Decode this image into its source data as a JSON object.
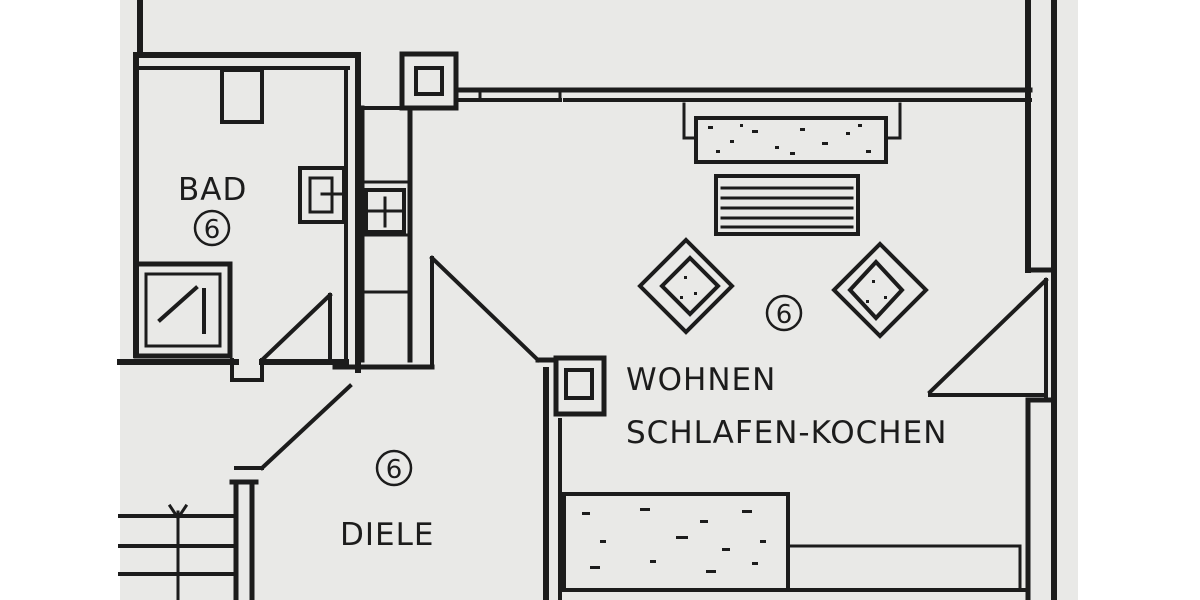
{
  "rooms": {
    "bad": {
      "name": "BAD",
      "number": "6"
    },
    "living": {
      "name_line1": "WOHNEN",
      "name_line2": "SCHLAFEN-KOCHEN",
      "number": "6"
    },
    "diele": {
      "name": "DIELE",
      "number": "6"
    }
  },
  "colors": {
    "ink": "#1c1c1c",
    "paper": "#e9e9e7",
    "page": "#ffffff"
  }
}
